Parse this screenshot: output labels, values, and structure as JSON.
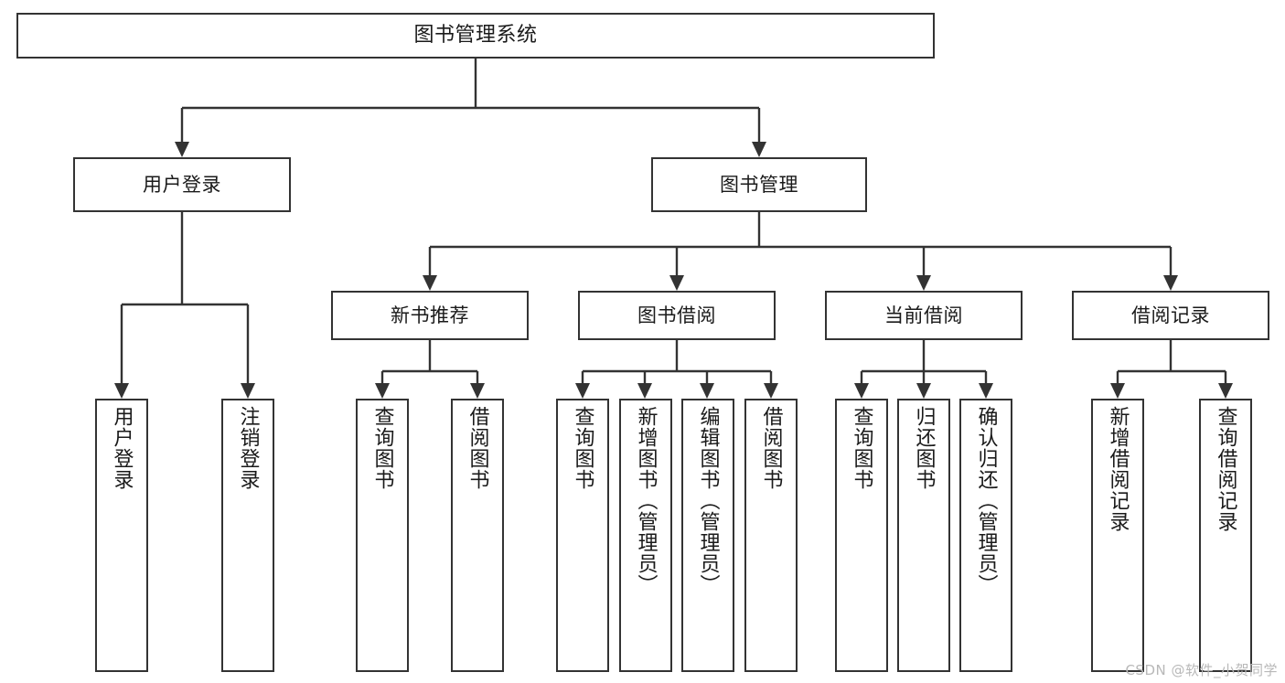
{
  "diagram": {
    "type": "tree-hierarchy",
    "title": "图书管理系统",
    "watermark": "CSDN @软件_小贺同学",
    "colors": {
      "box_border": "#333333",
      "box_fill": "#ffffff",
      "line": "#333333",
      "text": "#1a1a1a",
      "watermark": "#b8b8b8",
      "background": "#ffffff"
    },
    "levels": {
      "level1": [
        "图书管理系统"
      ],
      "level2": [
        "用户登录",
        "图书管理"
      ],
      "level3": [
        "新书推荐",
        "图书借阅",
        "当前借阅",
        "借阅记录"
      ],
      "level4": [
        "用户登录",
        "注销登录",
        "查询图书",
        "借阅图书",
        "查询图书",
        "新增图书（管理员）",
        "编辑图书（管理员）",
        "借阅图书",
        "查询图书",
        "归还图书",
        "确认归还（管理员）",
        "新增借阅记录",
        "查询借阅记录"
      ]
    },
    "nodes": {
      "root": {
        "label": "图书管理系统"
      },
      "user_login": {
        "label": "用户登录"
      },
      "book_manage": {
        "label": "图书管理"
      },
      "new_book_rec": {
        "label": "新书推荐"
      },
      "book_borrow": {
        "label": "图书借阅"
      },
      "current_borrow": {
        "label": "当前借阅"
      },
      "borrow_record": {
        "label": "借阅记录"
      },
      "leaf_user_login": {
        "label": "用户登录"
      },
      "leaf_logout": {
        "label": "注销登录"
      },
      "leaf_query_book_1": {
        "label": "查询图书"
      },
      "leaf_borrow_book_1": {
        "label": "借阅图书"
      },
      "leaf_query_book_2": {
        "label": "查询图书"
      },
      "leaf_add_book_admin": {
        "label": "新增图书（管理员）"
      },
      "leaf_edit_book_admin": {
        "label": "编辑图书（管理员）"
      },
      "leaf_borrow_book_2": {
        "label": "借阅图书"
      },
      "leaf_query_book_3": {
        "label": "查询图书"
      },
      "leaf_return_book": {
        "label": "归还图书"
      },
      "leaf_confirm_return_admin": {
        "label": "确认归还（管理员）"
      },
      "leaf_add_borrow_record": {
        "label": "新增借阅记录"
      },
      "leaf_query_borrow_record": {
        "label": "查询借阅记录"
      }
    },
    "edges": [
      {
        "from": "图书管理系统",
        "to": "用户登录"
      },
      {
        "from": "图书管理系统",
        "to": "图书管理"
      },
      {
        "from": "用户登录",
        "to": "用户登录"
      },
      {
        "from": "用户登录",
        "to": "注销登录"
      },
      {
        "from": "图书管理",
        "to": "新书推荐"
      },
      {
        "from": "图书管理",
        "to": "图书借阅"
      },
      {
        "from": "图书管理",
        "to": "当前借阅"
      },
      {
        "from": "图书管理",
        "to": "借阅记录"
      },
      {
        "from": "新书推荐",
        "to": "查询图书"
      },
      {
        "from": "新书推荐",
        "to": "借阅图书"
      },
      {
        "from": "图书借阅",
        "to": "查询图书"
      },
      {
        "from": "图书借阅",
        "to": "新增图书（管理员）"
      },
      {
        "from": "图书借阅",
        "to": "编辑图书（管理员）"
      },
      {
        "from": "图书借阅",
        "to": "借阅图书"
      },
      {
        "from": "当前借阅",
        "to": "查询图书"
      },
      {
        "from": "当前借阅",
        "to": "归还图书"
      },
      {
        "from": "当前借阅",
        "to": "确认归还（管理员）"
      },
      {
        "from": "借阅记录",
        "to": "新增借阅记录"
      },
      {
        "from": "借阅记录",
        "to": "查询借阅记录"
      }
    ]
  }
}
